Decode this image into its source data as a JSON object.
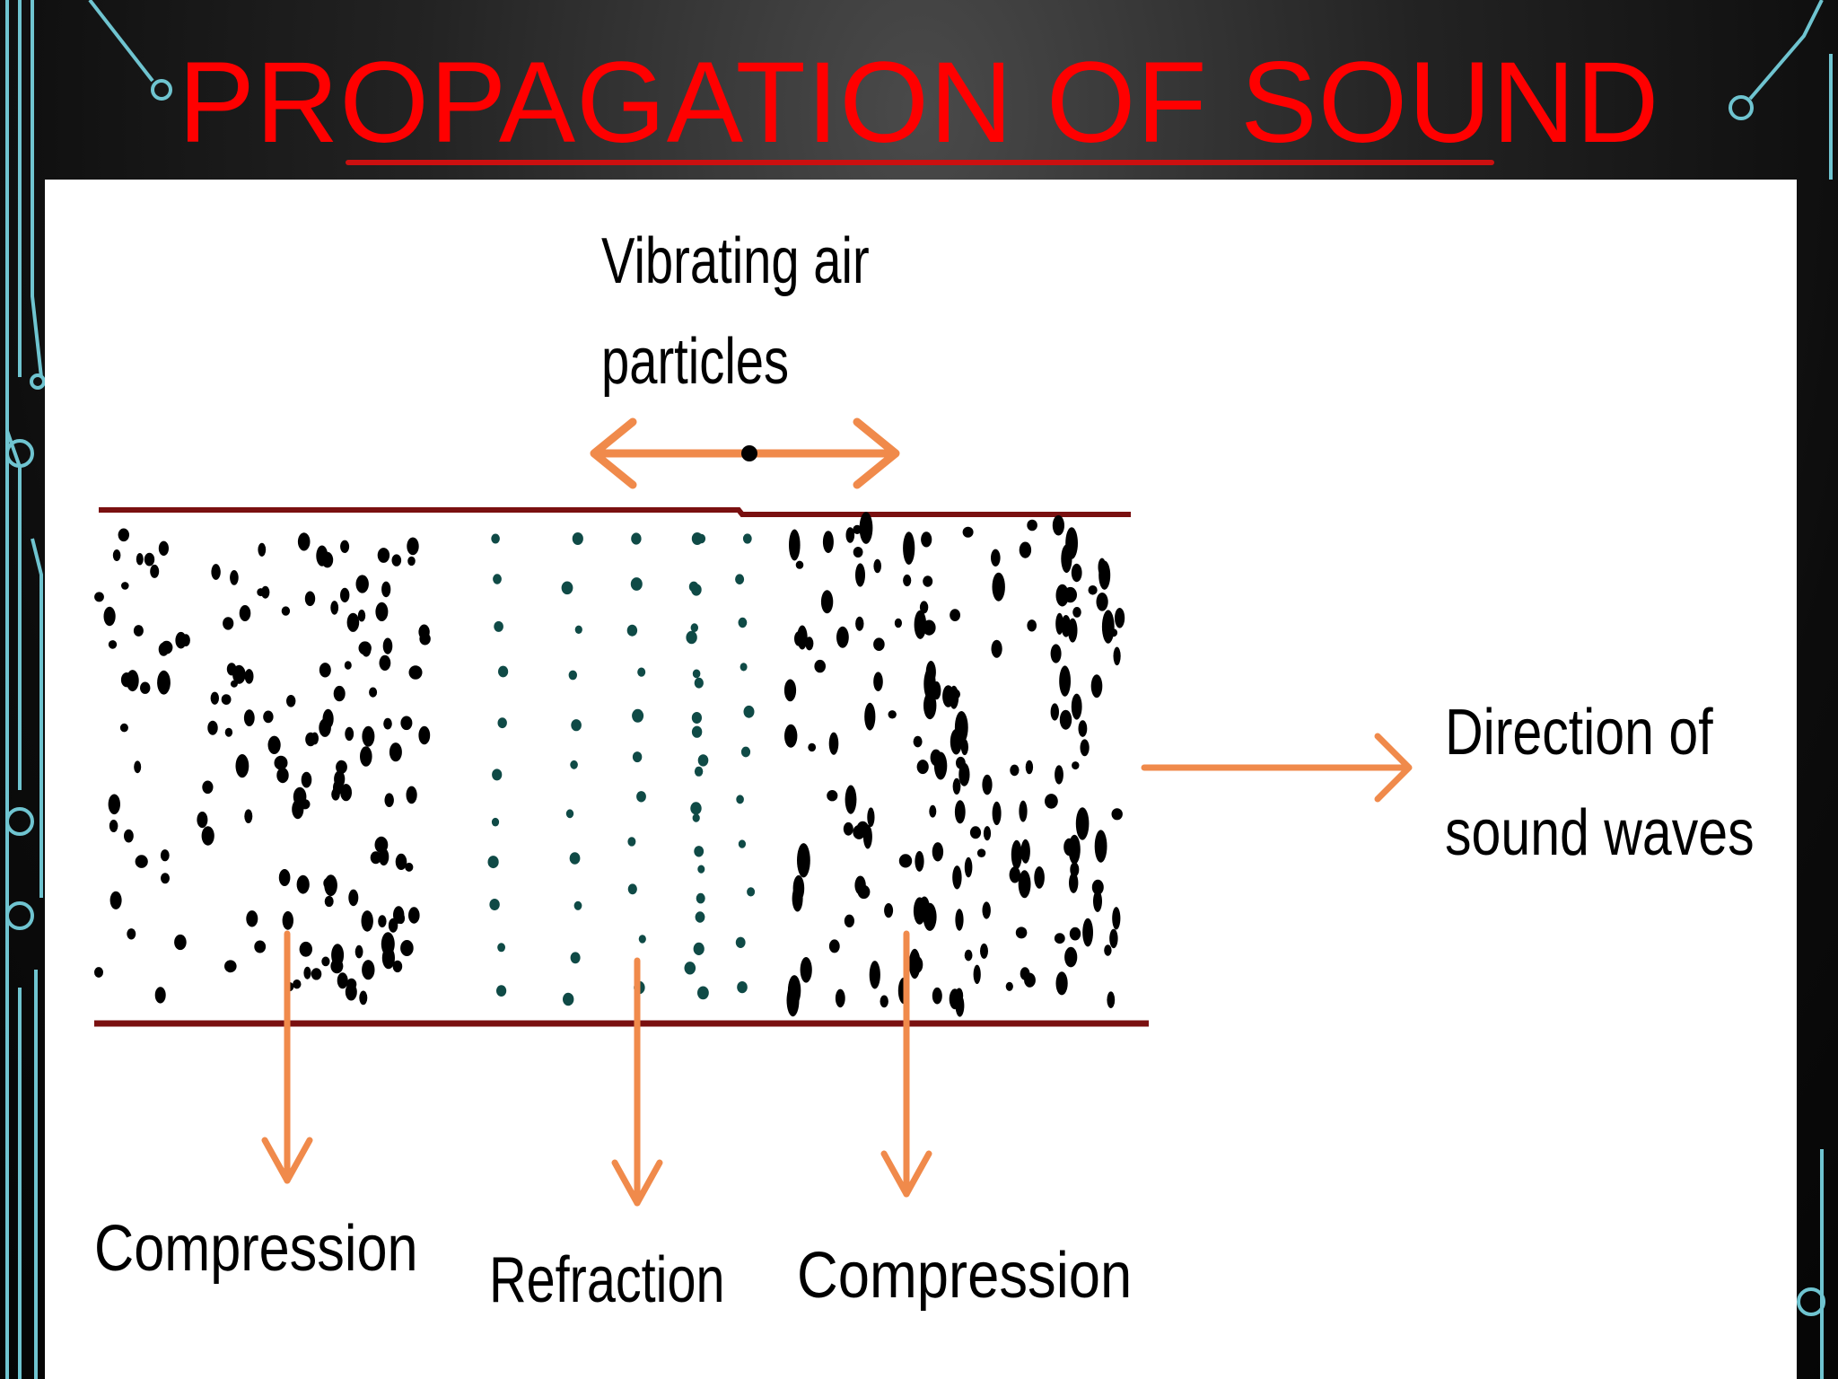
{
  "slide": {
    "title": "PROPAGATION OF SOUND"
  },
  "diagram": {
    "vibrating_label_line1": "Vibrating air",
    "vibrating_label_line2": "particles",
    "direction_label_line1": "Direction of",
    "direction_label_line2": "sound waves",
    "bottom_labels": [
      "Compression",
      "Refraction",
      "Compression"
    ],
    "colors": {
      "title": "#ff0000",
      "arrow": "#f08a4b",
      "boundary_line": "#7a1010",
      "particle_dark": "#000000",
      "particle_teal": "#0f4a46",
      "circuit": "#6fc4d0"
    }
  }
}
